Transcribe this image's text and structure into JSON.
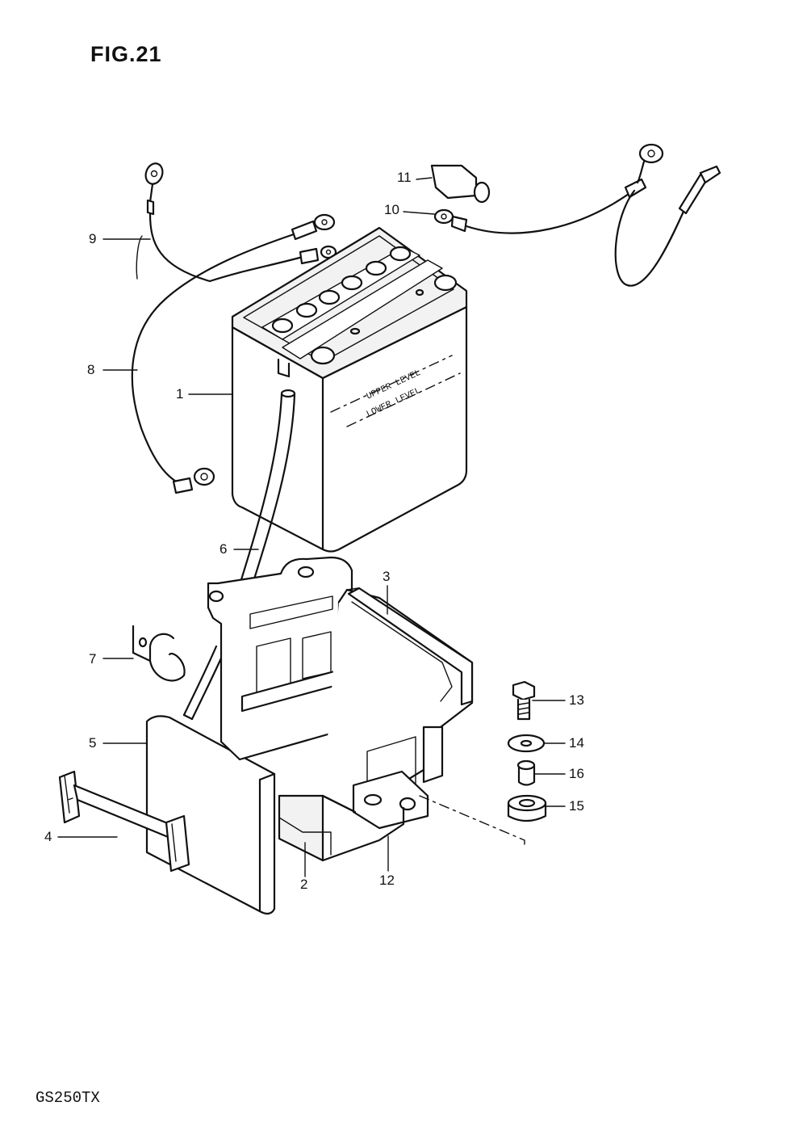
{
  "figure": {
    "title": "FIG.21",
    "model": "GS250TX"
  },
  "battery_text": {
    "upper_level": "UPPER LEVEL",
    "lower_level": "LOWER LEVEL"
  },
  "callouts": [
    {
      "id": "1",
      "label": "1",
      "part": "battery"
    },
    {
      "id": "2",
      "label": "2",
      "part": "battery-holder-pad"
    },
    {
      "id": "3",
      "label": "3",
      "part": "battery-holder-case"
    },
    {
      "id": "4",
      "label": "4",
      "part": "battery-strap"
    },
    {
      "id": "5",
      "label": "5",
      "part": "battery-cover"
    },
    {
      "id": "6",
      "label": "6",
      "part": "breather-tube"
    },
    {
      "id": "7",
      "label": "7",
      "part": "tube-clamp"
    },
    {
      "id": "8",
      "label": "8",
      "part": "negative-lead-wire"
    },
    {
      "id": "9",
      "label": "9",
      "part": "ground-lead-wire"
    },
    {
      "id": "10",
      "label": "10",
      "part": "positive-lead-wire"
    },
    {
      "id": "11",
      "label": "11",
      "part": "terminal-cap"
    },
    {
      "id": "12",
      "label": "12",
      "part": "battery-holder"
    },
    {
      "id": "13",
      "label": "13",
      "part": "bolt"
    },
    {
      "id": "14",
      "label": "14",
      "part": "washer"
    },
    {
      "id": "15",
      "label": "15",
      "part": "cushion"
    },
    {
      "id": "16",
      "label": "16",
      "part": "spacer"
    }
  ]
}
